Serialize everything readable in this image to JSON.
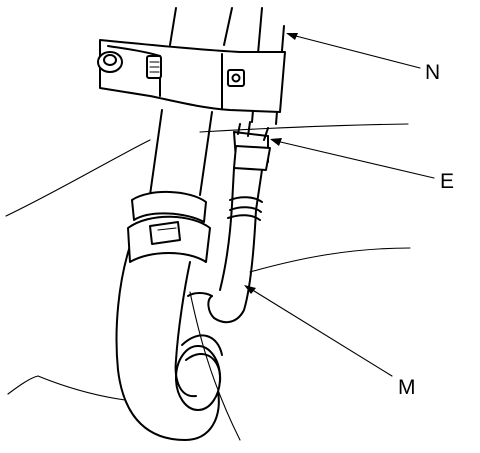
{
  "callouts": {
    "n": "N",
    "e": "E",
    "m": "M"
  }
}
